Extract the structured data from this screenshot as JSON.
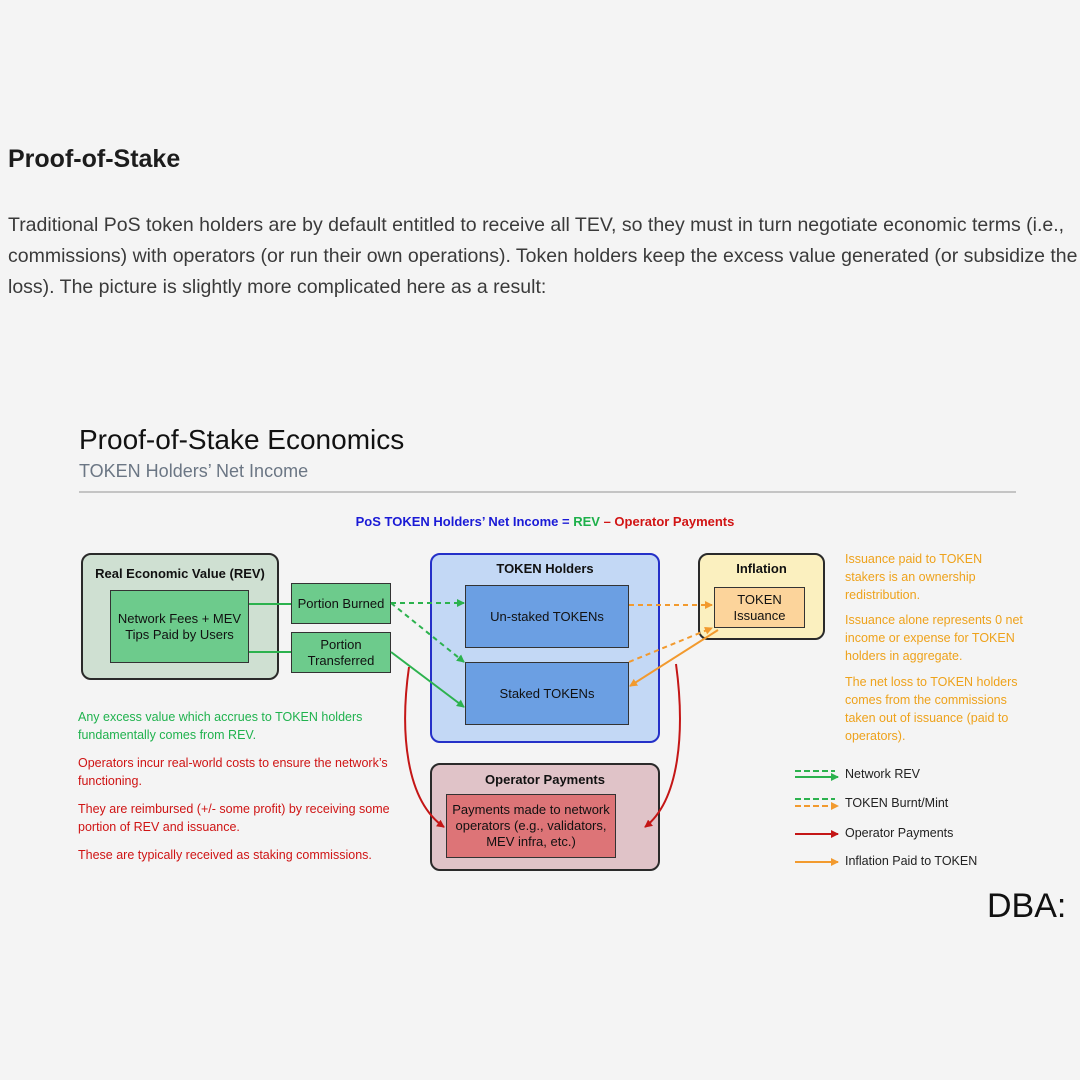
{
  "article": {
    "heading": "Proof-of-Stake",
    "paragraph": "Traditional PoS token holders are by default entitled to receive all TEV, so they must in turn negotiate economic terms (i.e., commissions) with operators (or run their own operations). Token holders keep the excess value generated (or subsidize the loss). The picture is slightly more complicated here as a result:"
  },
  "diagram": {
    "title": "Proof-of-Stake Economics",
    "subtitle": "TOKEN Holders’ Net Income",
    "formula": {
      "left": "PoS TOKEN Holders’ Net Income = ",
      "rev": "REV",
      "dash": " – ",
      "ops": "Operator Payments"
    },
    "rev_box": {
      "title": "Real Economic Value (REV)",
      "inner": "Network Fees + MEV Tips Paid by Users"
    },
    "portion_burned": "Portion Burned",
    "portion_transferred": "Portion Transferred",
    "holders_box": {
      "title": "TOKEN Holders",
      "unstaked": "Un-staked TOKENs",
      "staked": "Staked TOKENs"
    },
    "inflation_box": {
      "title": "Inflation",
      "issuance": "TOKEN Issuance"
    },
    "operator_box": {
      "title": "Operator Payments",
      "inner": "Payments made to network operators (e.g., validators, MEV infra, etc.)"
    },
    "notes_left": {
      "green": "Any excess value which accrues to TOKEN holders fundamentally comes from REV.",
      "red1": "Operators incur real-world costs to ensure the network’s functioning.",
      "red2": "They are reimbursed (+/- some profit) by receiving some portion of REV and issuance.",
      "red3": "These are typically received as staking commissions."
    },
    "notes_right": {
      "o1": "Issuance paid to TOKEN stakers is an ownership redistribution.",
      "o2": "Issuance alone represents 0 net income or expense for TOKEN holders in aggregate.",
      "o3": "The net loss to TOKEN holders comes from the commissions taken out of issuance (paid to operators)."
    },
    "legend": {
      "network_rev": "Network REV",
      "burnt_mint": "TOKEN Burnt/Mint",
      "operator_payments": "Operator Payments",
      "inflation_paid": "Inflation Paid to TOKEN"
    },
    "colors": {
      "green": "#2cb24e",
      "orange": "#f29a2e",
      "red": "#c41616",
      "blue_text": "#1a1ad6"
    }
  },
  "watermark": "DBA:"
}
